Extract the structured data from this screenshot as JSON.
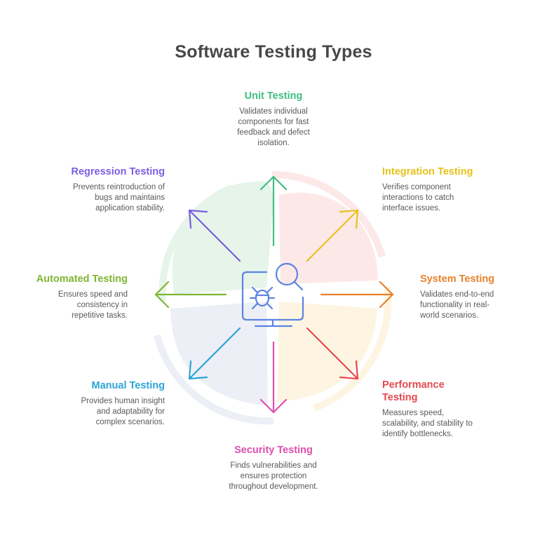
{
  "title": "Software Testing Types",
  "colors": {
    "unit": "#3fbf7f",
    "integration": "#e6c21a",
    "system": "#e8812c",
    "performance": "#e5494f",
    "security": "#df4fae",
    "manual": "#2aa5d5",
    "automated": "#7fb534",
    "regression": "#7a5ee0",
    "icon": "#5b84e0",
    "quadrant_green": "#e6f4ea",
    "quadrant_pink": "#fde8e8",
    "quadrant_yellow": "#fdf5e2",
    "quadrant_blue": "#eceff6"
  },
  "center_icon": "computer-bug-magnifier-icon",
  "items": [
    {
      "key": "unit",
      "title": "Unit Testing",
      "description": "Validates individual components for fast feedback and defect isolation.",
      "direction": "up"
    },
    {
      "key": "integration",
      "title": "Integration Testing",
      "description": "Verifies component interactions to catch interface issues.",
      "direction": "up-right"
    },
    {
      "key": "system",
      "title": "System Testing",
      "description": "Validates end-to-end functionality in real-world scenarios.",
      "direction": "right"
    },
    {
      "key": "performance",
      "title": "Performance Testing",
      "description": "Measures speed, scalability, and stability to identify bottlenecks.",
      "direction": "down-right"
    },
    {
      "key": "security",
      "title": "Security Testing",
      "description": "Finds vulnerabilities and ensures protection throughout development.",
      "direction": "down"
    },
    {
      "key": "manual",
      "title": "Manual Testing",
      "description": "Provides human insight and adaptability for complex scenarios.",
      "direction": "down-left"
    },
    {
      "key": "automated",
      "title": "Automated Testing",
      "description": "Ensures speed and consistency in repetitive tasks.",
      "direction": "left"
    },
    {
      "key": "regression",
      "title": "Regression Testing",
      "description": "Prevents reintroduction of bugs and maintains application stability.",
      "direction": "up-left"
    }
  ]
}
